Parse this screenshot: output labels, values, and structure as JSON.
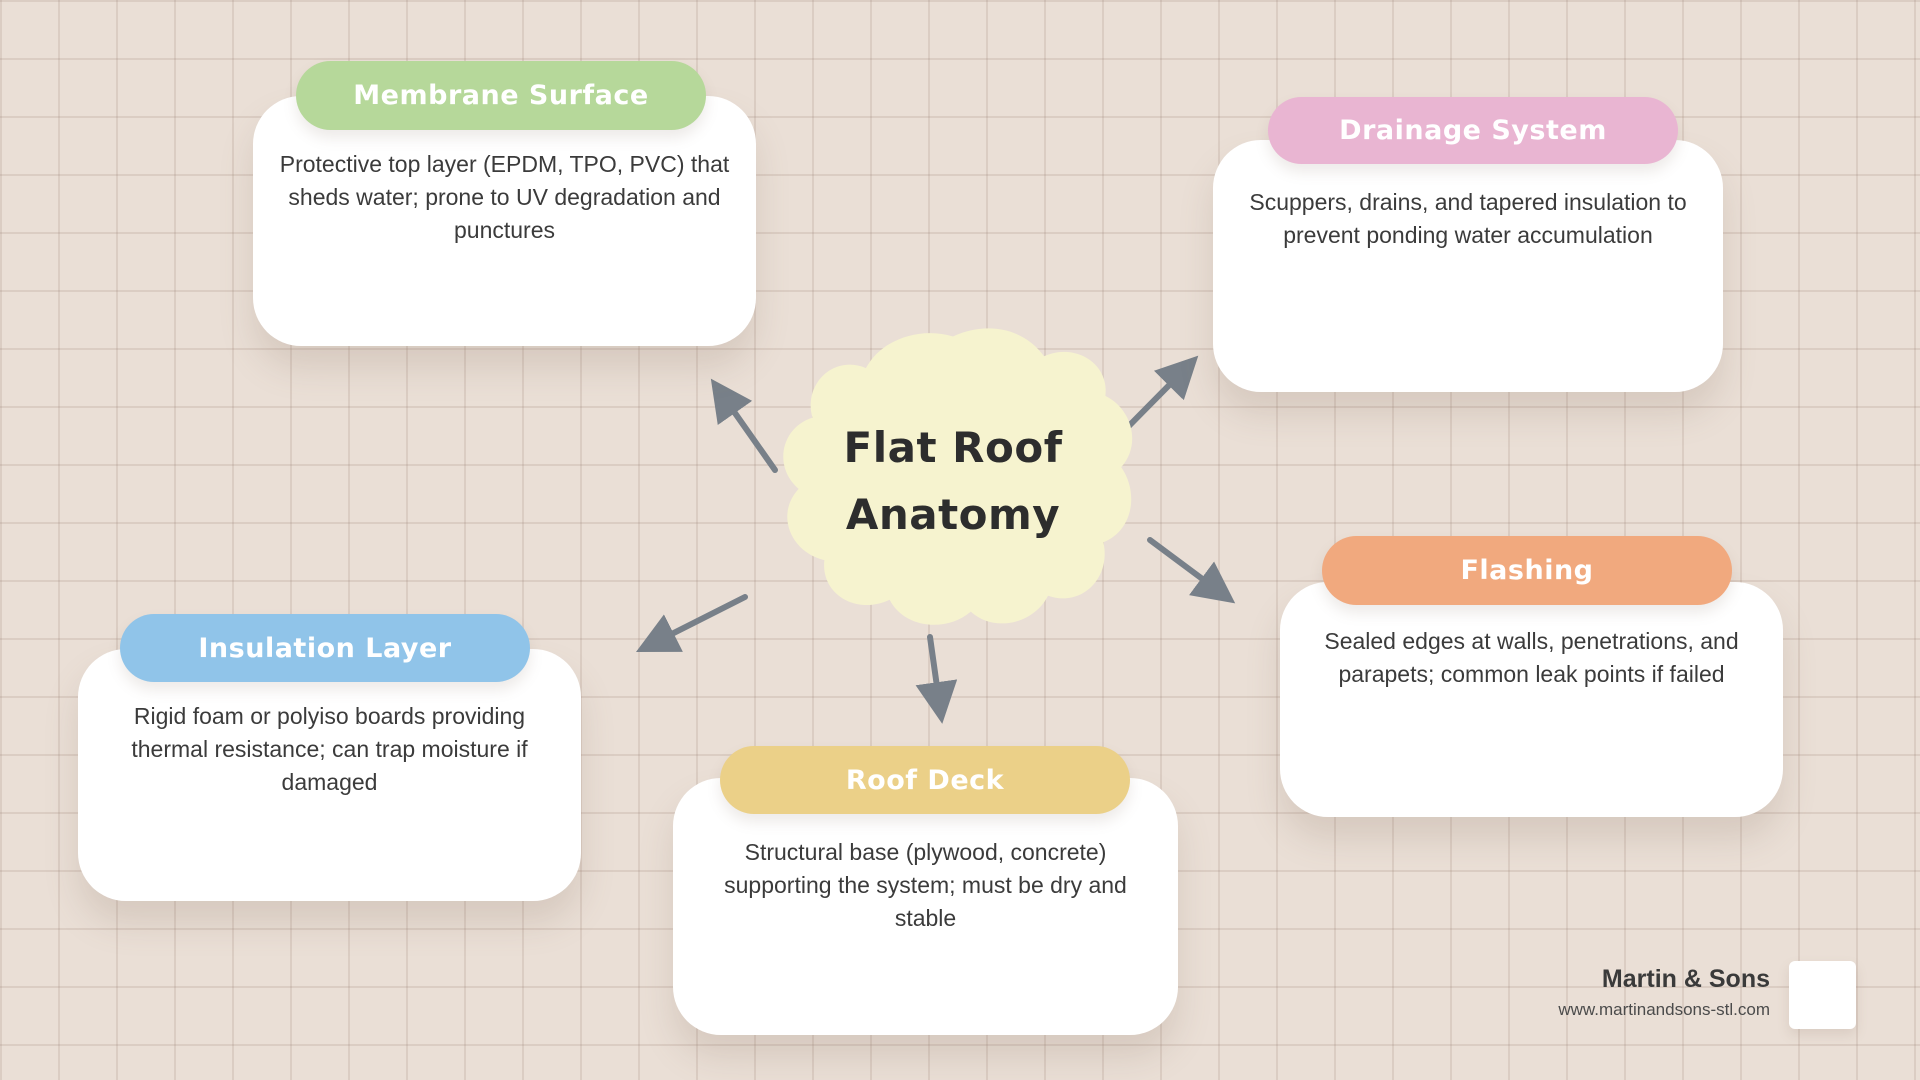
{
  "center": {
    "line1": "Flat Roof",
    "line2": "Anatomy"
  },
  "nodes": [
    {
      "id": "membrane-surface",
      "label": "Membrane Surface",
      "color": "#b6d89a",
      "text": "Protective top layer (EPDM, TPO, PVC) that sheds water; prone to UV degradation and punctures"
    },
    {
      "id": "drainage-system",
      "label": "Drainage System",
      "color": "#e9b5d2",
      "text": "Scuppers, drains, and tapered insulation to prevent ponding water accumulation"
    },
    {
      "id": "insulation-layer",
      "label": "Insulation Layer",
      "color": "#90c4e9",
      "text": "Rigid foam or polyiso boards providing thermal resistance; can trap moisture if damaged"
    },
    {
      "id": "roof-deck",
      "label": "Roof Deck",
      "color": "#ebd088",
      "text": "Structural base (plywood, concrete) supporting the system; must be dry and stable"
    },
    {
      "id": "flashing",
      "label": "Flashing",
      "color": "#f1a97e",
      "text": "Sealed edges at walls, penetrations, and parapets; common leak points if failed"
    }
  ],
  "theme": {
    "background": "#eadfd6",
    "blob": "#f6f3cf",
    "arrow": "#788089",
    "card": "#ffffff",
    "title_color": "#2d2d2d"
  },
  "footer": {
    "company": "Martin & Sons",
    "website": "www.martinandsons-stl.com"
  }
}
